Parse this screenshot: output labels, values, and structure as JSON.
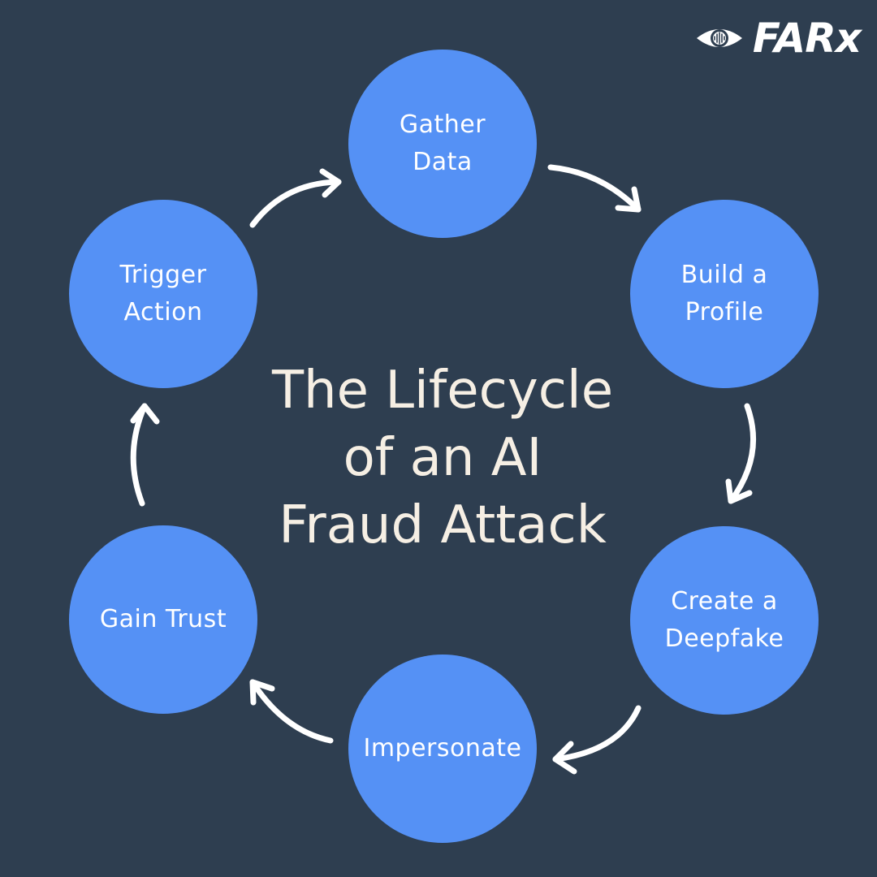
{
  "brand": {
    "name": "FARx",
    "icon": "eye-icon"
  },
  "title": "The Lifecycle\nof an AI\nFraud Attack",
  "colors": {
    "background": "#2e3e50",
    "node": "#5591f5",
    "text": "#ffffff",
    "title": "#f6efe4"
  },
  "stages": [
    {
      "label": "Gather\nData"
    },
    {
      "label": "Build a\nProfile"
    },
    {
      "label": "Create a\nDeepfake"
    },
    {
      "label": "Impersonate"
    },
    {
      "label": "Gain Trust"
    },
    {
      "label": "Trigger\nAction"
    }
  ]
}
